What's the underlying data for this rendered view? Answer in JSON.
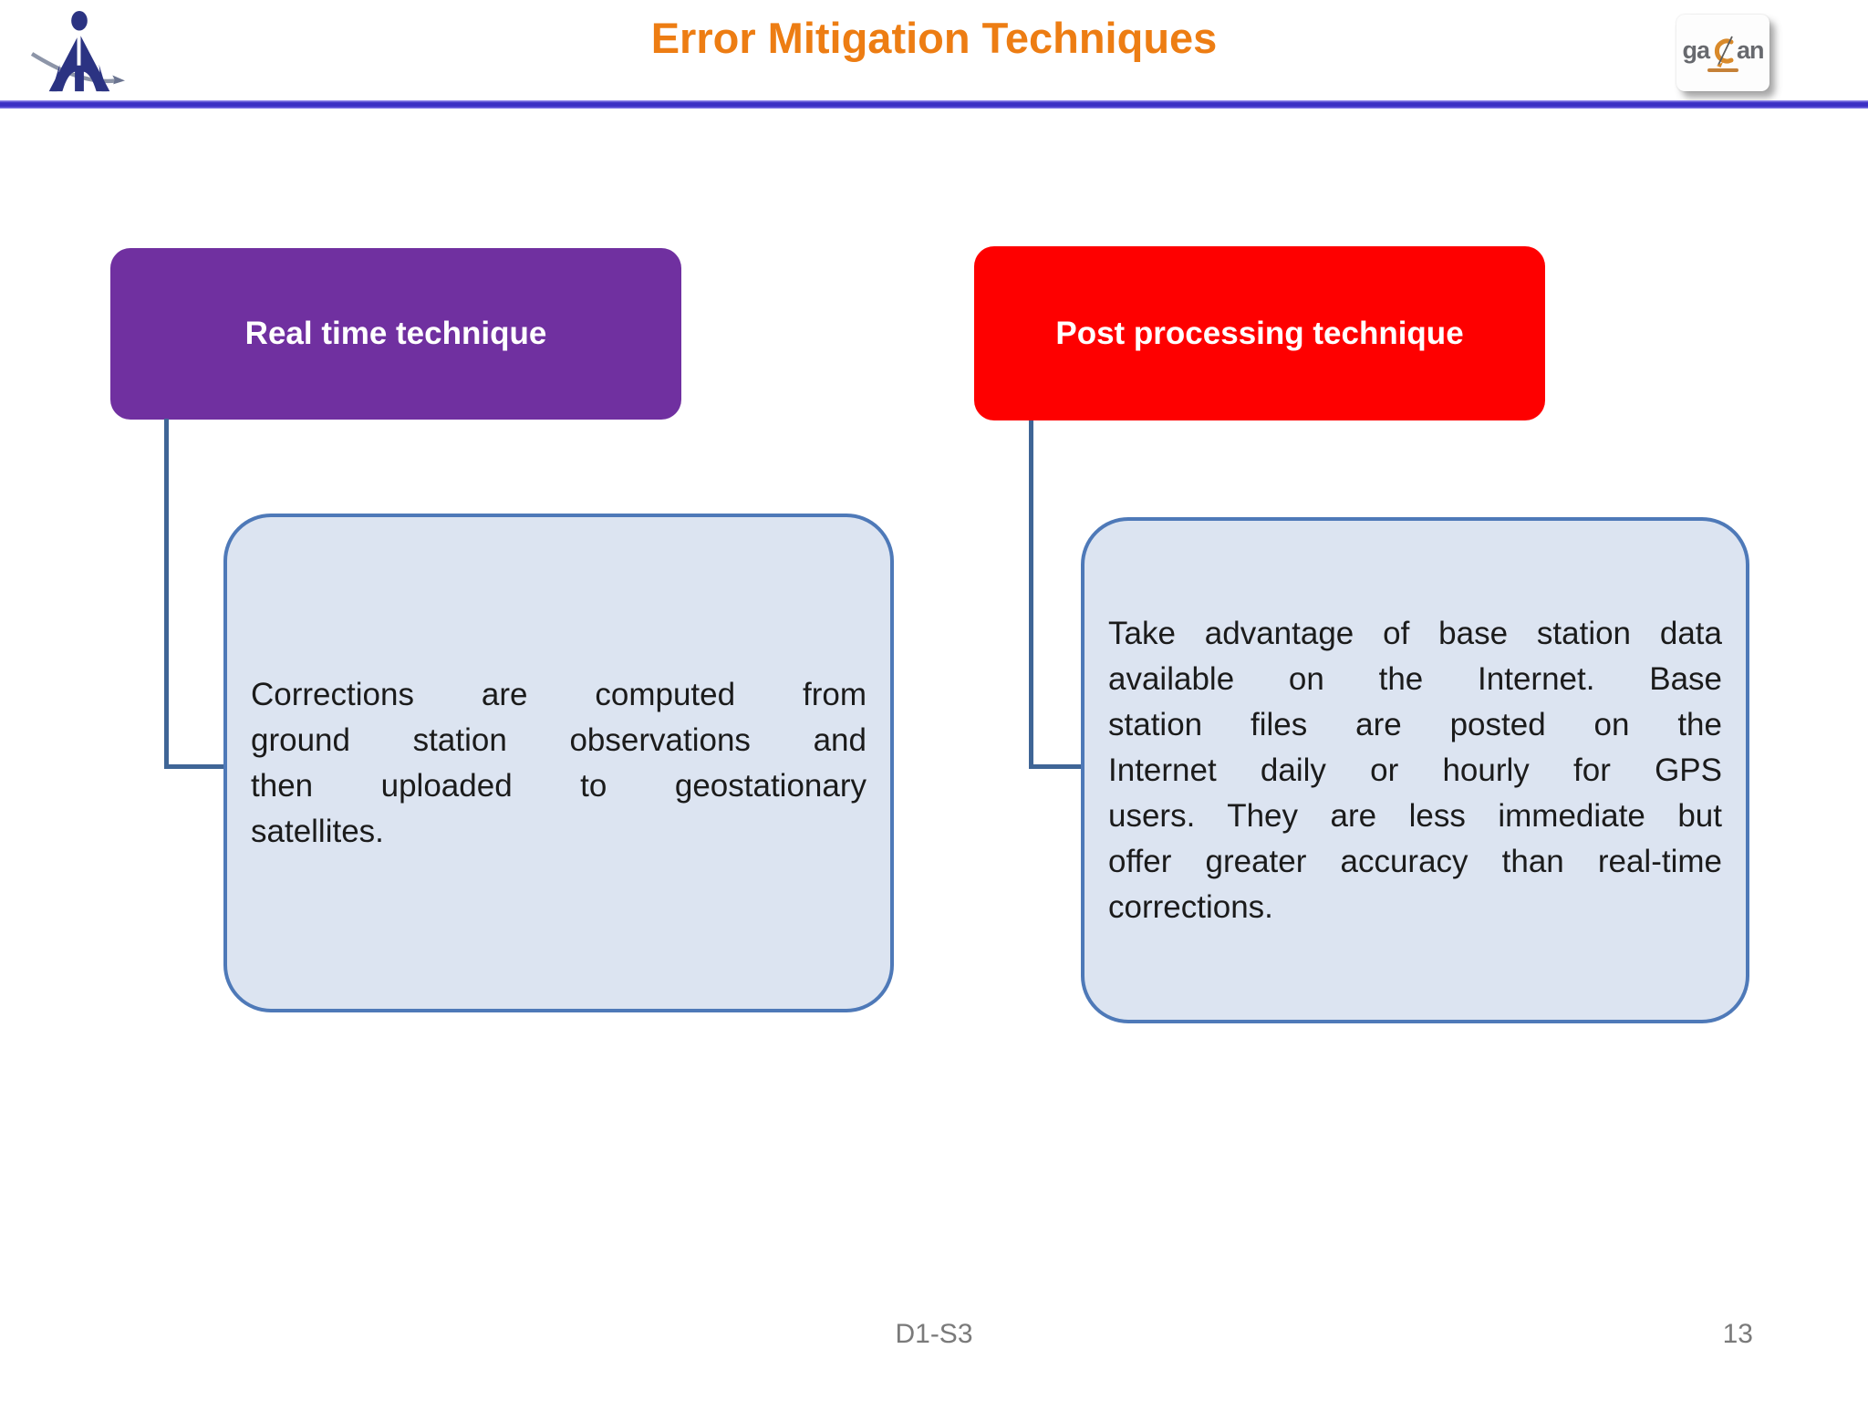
{
  "slide": {
    "title": "Error Mitigation Techniques",
    "logos": {
      "aai": {
        "icon": "aai-airports-authority-logo"
      },
      "gagan": {
        "left_text": "ga",
        "right_text": "an",
        "icon": "gagan-g-sextant-glyph"
      }
    },
    "techniques": [
      {
        "heading": "Real time technique",
        "body_lines": [
          "Corrections are computed from",
          "ground station observations and",
          "then uploaded to geostationary",
          "satellites."
        ]
      },
      {
        "heading": "Post processing technique",
        "body_lines": [
          "Take advantage of base station data",
          "available on the Internet. Base",
          "station files are posted on the",
          "Internet daily or hourly for GPS",
          "users. They are less immediate but",
          "offer greater accuracy than real-time",
          "corrections."
        ]
      }
    ],
    "footer": {
      "session_code": "D1-S3",
      "page_number": "13"
    },
    "colors": {
      "title": "#ED7D13",
      "divider": "#3B2FC4",
      "real_time_heading_bg": "#7030A0",
      "post_processing_heading_bg": "#FE0000",
      "body_box_bg": "#DCE4F1",
      "body_box_border": "#4E79B8",
      "connector": "#3F6596",
      "footer_text": "#7A7A7A"
    }
  }
}
